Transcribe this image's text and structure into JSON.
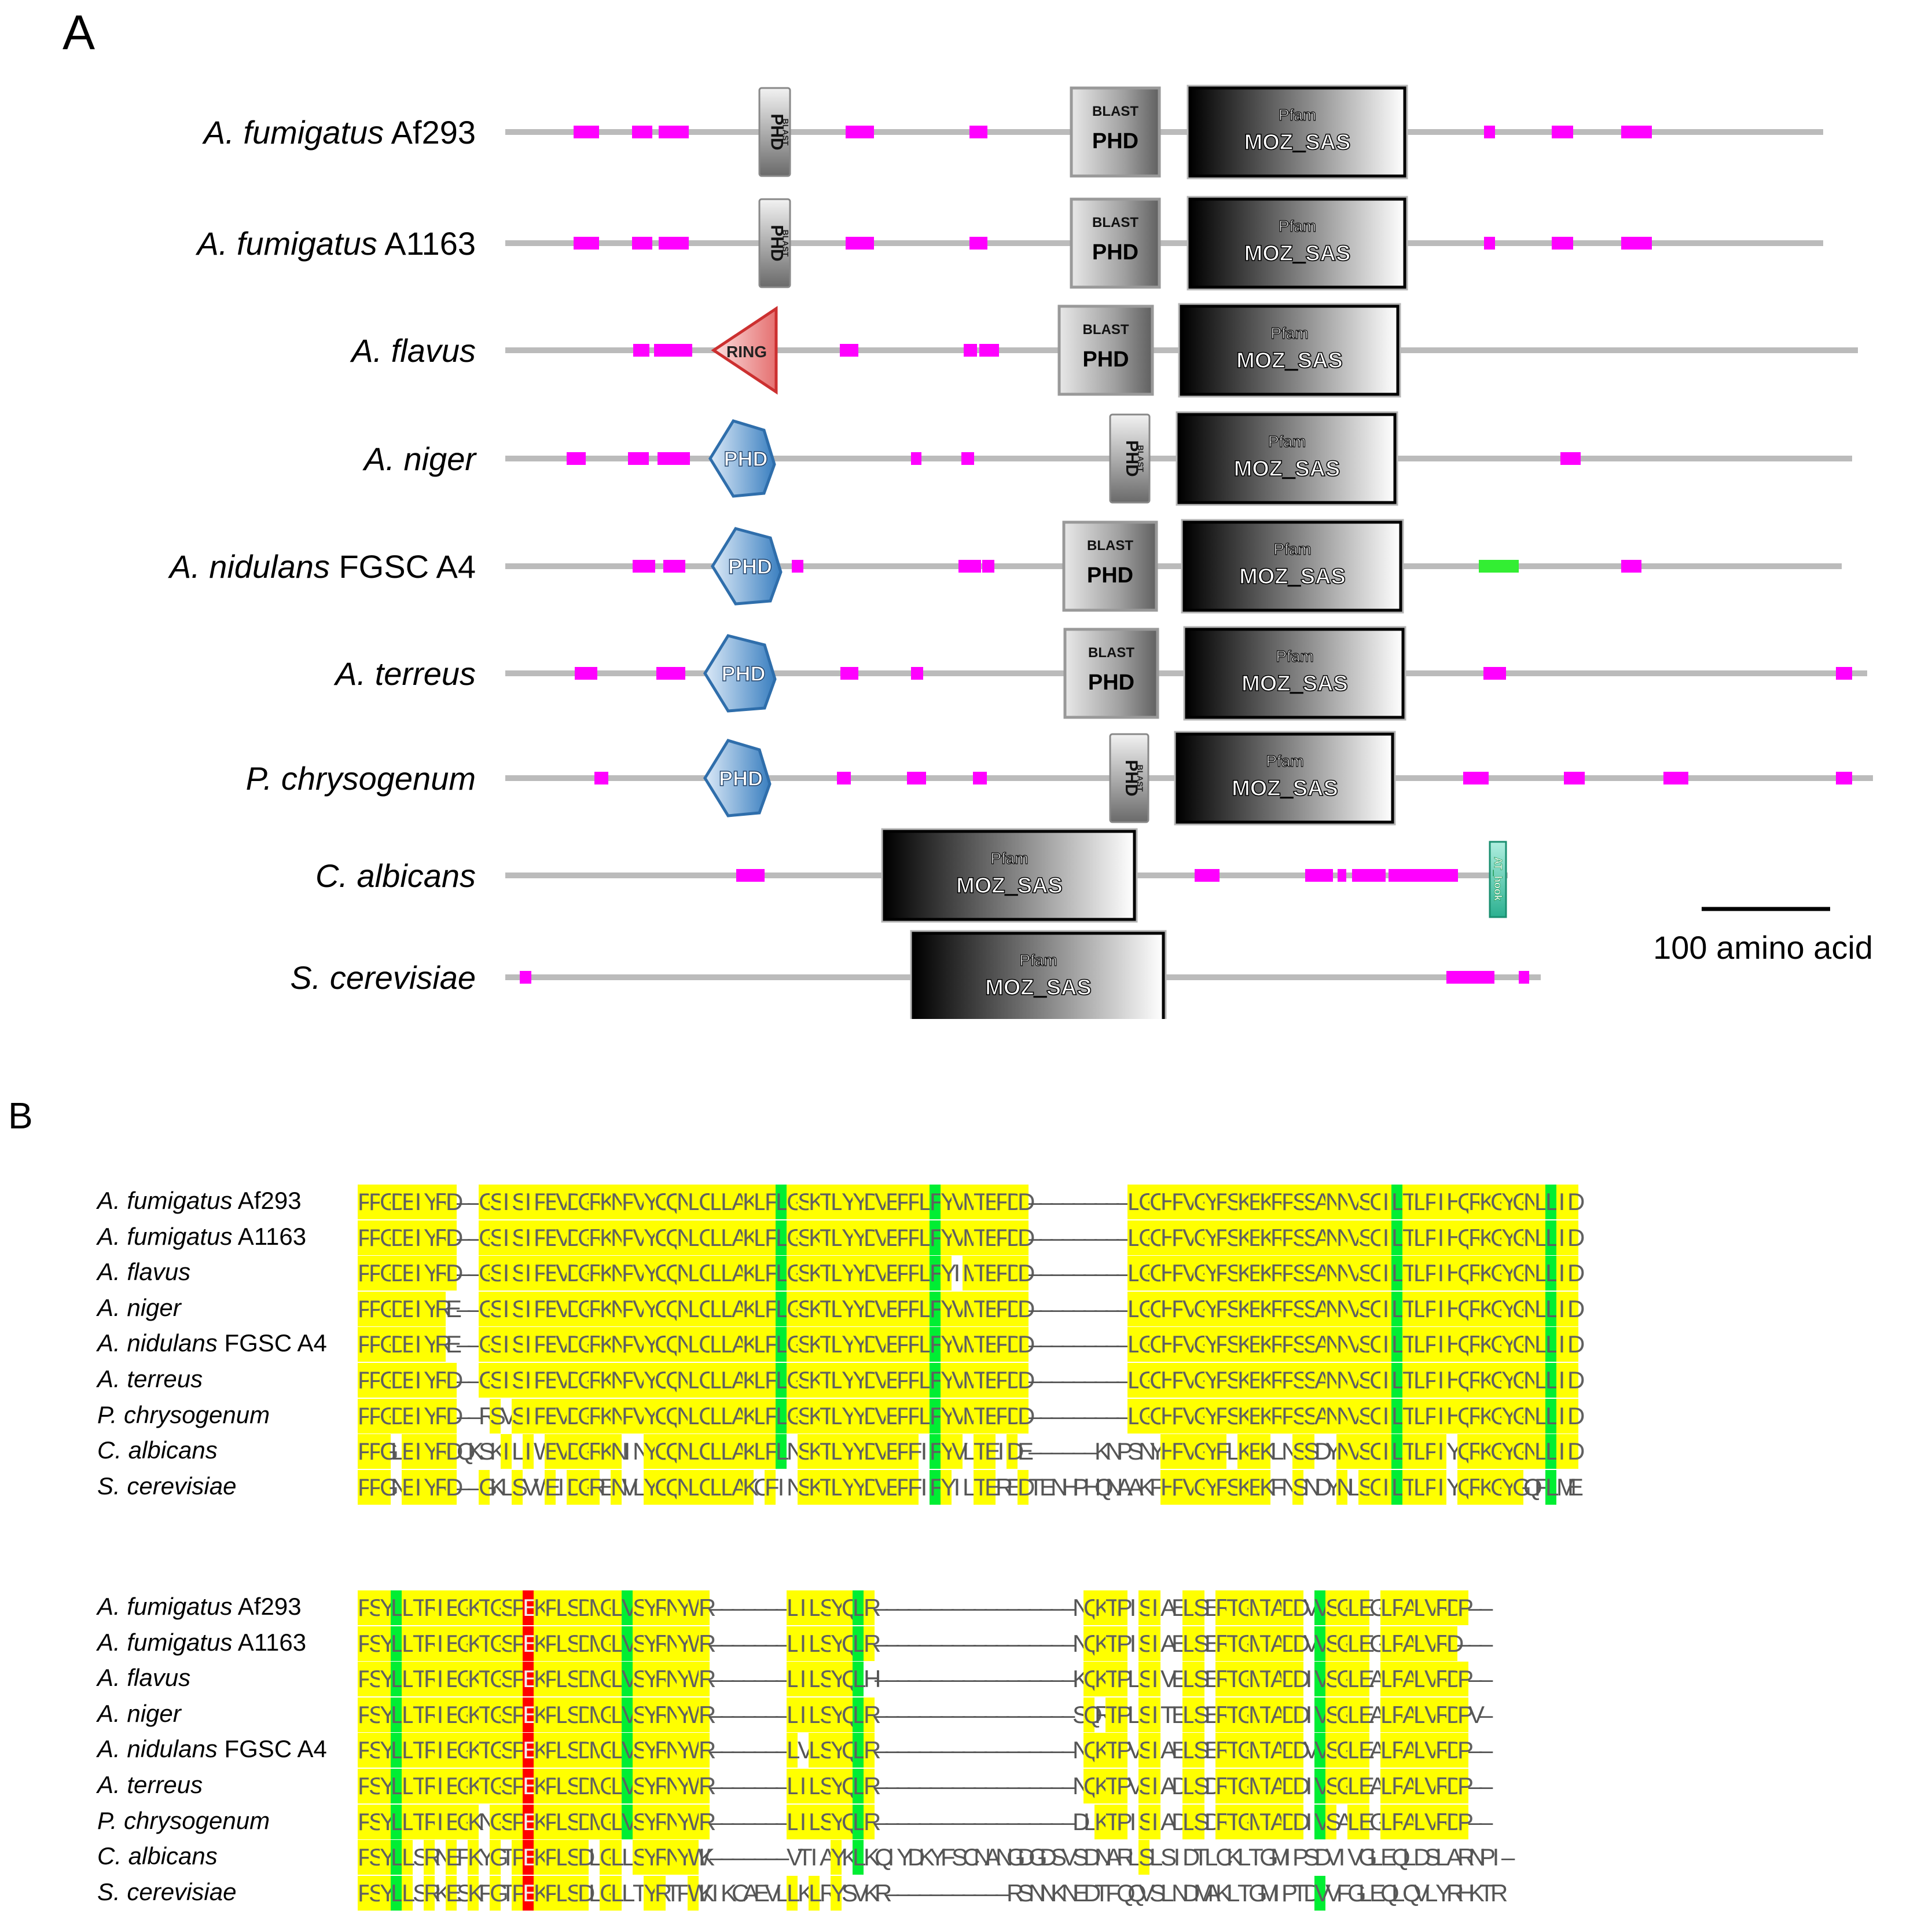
{
  "panels": {
    "a": "A",
    "b": "B"
  },
  "colors": {
    "backbone": "#bbbbbb",
    "disorder": "#ff00ff",
    "low_complexity": "#33ee33",
    "pfam_dark": "#000000",
    "phd_blue": "#3a7fc0",
    "ring_red": "#e05050",
    "conserved": "#ffff00",
    "similar": "#00ee33",
    "catalytic": "#ff0000"
  },
  "scale": {
    "label": "100 amino acid"
  },
  "domain_labels": {
    "blast": "BLAST",
    "phd": "PHD",
    "pfam": "Pfam",
    "moz": "MOZ_SAS",
    "ring": "RING",
    "at_hook": "AT_hook"
  },
  "proteins": [
    {
      "genus": "A. fumigatus",
      "strain": "Af293"
    },
    {
      "genus": "A. fumigatus",
      "strain": "A1163"
    },
    {
      "genus": "A. flavus",
      "strain": ""
    },
    {
      "genus": "A. niger",
      "strain": ""
    },
    {
      "genus": "A. nidulans",
      "strain": "FGSC A4"
    },
    {
      "genus": "A. terreus",
      "strain": ""
    },
    {
      "genus": "P. chrysogenum",
      "strain": ""
    },
    {
      "genus": "C. albicans",
      "strain": ""
    },
    {
      "genus": "S. cerevisiae",
      "strain": ""
    }
  ],
  "alignment": {
    "block1": [
      "PPGDEIYRD--GSISIFEVDGRKNPVYCQNLCLLAKLFLGSKTLYYDVEPFLFYVMTEFDD---------LGCHFVGYFSKEKRPSSANNVSCILTLPIHQRKGYGNLLID",
      "PPGDEIYRD--GSISIFEVDGRKNPVYCQNLCLLAKLFLGSKTLYYDVEPFLFYVMTEFDD---------LGCHFVGYFSKEKRPSSANNVSCILTLPIHQRKGYGNLLID",
      "PPGDEIYRD--GSISIFEVDGRKNPVYCQNLCLLAKLFLGSKTLYYDVEPFLFYIMTEFDD---------LGCHFVGYFSKEKRPSSANNVSCILTLPIHQRKGYGNLLID",
      "PPGDEIYRE--GSISIFEVDGRKNPVYCQNLCLLAKLFLGSKTLYYDVEPFLFYVMTEFDD---------LGCHFVGYFSKEKRPSSANNVSCILTLPIHQRKGYGNLLID",
      "PPGDEIYRE--GSISIFEVDGRKNPVYCQNLCLLAKLFLGSKTLYYDVEPFLFYVMTEFDD---------LGCHFVGYFSKEKRPSSANNVSCILTLPIHQRKGYGNLLID",
      "PPGDEIYRD--GSISIFEVDGRKNPVYCQNLCLLAKLFLGSKTLYYDVEPFLFYVMTEFDD---------LGCHFVGYFSKEKRPSSANNVSCILTLPIHQRKGYGNLLID",
      "PPGDEIYRD--RSVSIFEVDGRKNPVYCQNLCLLAKLFLGSKTLYYDVEPFLFYVMTEFDD---------LGCHFVGYFSKEKRPSSANNVSCILTLPIHQRKGYGNLLID",
      "PPGLEIYRDQKSKILIWEVDGRKNINYCQNLCLLAKLFLNSKTLYYDVEPFIFYVLTEIDE------KNPSNYHFVGYFLKEKLNSSDYNVSCILTLPIYQRKGYGNLLID",
      "PPGNEIYRD--GKLSVWEIDGRENVLYCQNLCLLAKCFINSKTLYYDVEPFIFYILTEREDTENHPHQNAAKFHFVGYFSKEKFNSNDYNLSCILTLPIYQRKGYGQFLME"
    ],
    "block2": [
      "FSYLLTRIEGKTGSPEKPLSDMGLVSYRNYWR-------LILSYQLR------------------NQKTPISIAELSERTGMTADDVVSGLEGLRALVRDP--",
      "FSYLLTRIEGKTGSPEKPLSDMGLVSYRNYWR-------LILSYQLR------------------NQKTPISIAELSERTGMTADDVVSGLEGLRALVRD---",
      "FSYLLTRIEGKTGSPEKPLSDMGLVSYRNYWR-------LILSYQLH------------------KQKTPLSIVELSERTGMTADDIVSGLEALRALVRDP--",
      "FSYLLTRIEGKTGSPEKPLSDMGLVSYRNYWR-------LILSYQLR------------------SQRTPLSITELSERTGMTADDIVSGLEALRALVRDPV-",
      "FSYLLTRIEGKTGSPEKPLSDMGLVSYRNYWR-------LVLSYQLR------------------NQKTPVSIAELSERTGMTADDVVSGLEALRALVRDP--",
      "FSYLLTRIEGKTGSPEKPLSDMGLVSYRNYWR-------LILSYQLR------------------NQKTPVSIADLSDRTGMTADDIVSGLEALRALVRDP--",
      "FSYLLTRIEGKNGSPEKPLSDMGLVSYRNYWR-------LILSYQLR------------------DLKTPISIADLSDRTGMTADDIVSALEGLRALVRDP--",
      "FSYLLSRNEFKYGTPEKPLSDLGLLSYRNYWK-------VTIAYKLKQIYDKYFSCNANGDGDSVSDNARLSLSIDTLCKLTGMIPSDVIVGLEQLDSLARNPI-",
      "FSYLLSRKESKFGTPEKPLSDLGLLTYRTFWKIKCAEVLLKLRYSVKR-----------RSNNKNEDTFQQVSLNDMAKLTGMIPTDVVFGLEQLQVLYRHKTR"
    ]
  }
}
